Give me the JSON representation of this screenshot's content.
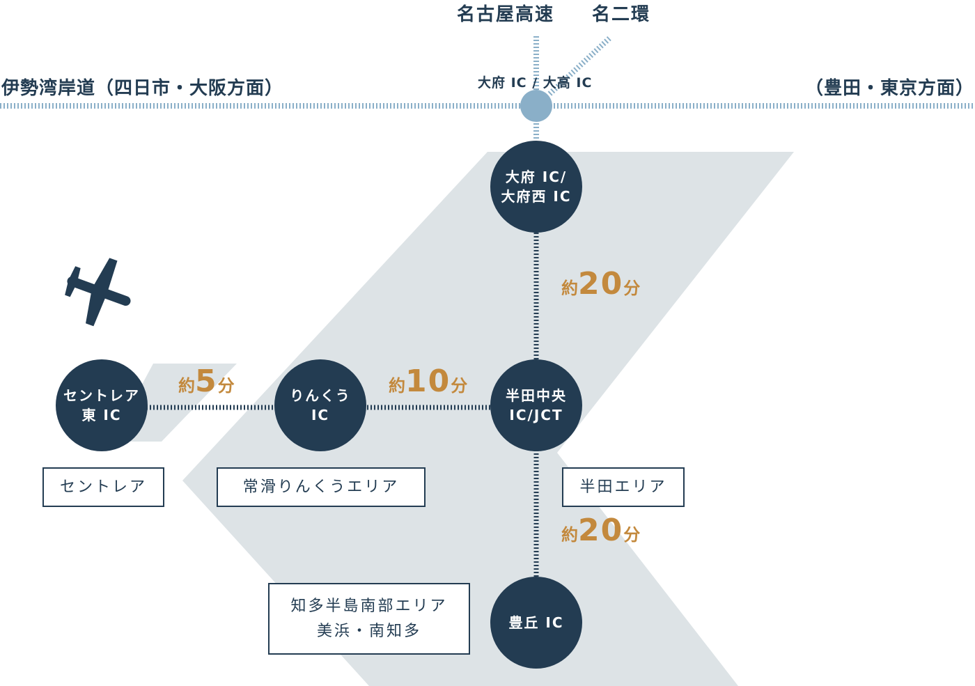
{
  "roads": {
    "west": "伊勢湾岸道（四日市・大阪方面）",
    "east": "（豊田・東京方面）",
    "north_1": "名古屋高速",
    "north_2": "名二環",
    "junction": "大府 IC / 大高 IC"
  },
  "nodes": {
    "obu": {
      "line1": "大府 IC/",
      "line2": "大府西 IC"
    },
    "handa_chuo": {
      "line1": "半田中央",
      "line2": "IC/JCT"
    },
    "rinku": {
      "line1": "りんくう",
      "line2": "IC"
    },
    "centrair_higashi": {
      "line1": "セントレア",
      "line2": "東 IC"
    },
    "toyooka": {
      "line1": "豊丘 IC"
    }
  },
  "areas": {
    "centrair": "セントレア",
    "tokoname": "常滑りんくうエリア",
    "handa": "半田エリア",
    "chita_line1": "知多半島南部エリア",
    "chita_line2": "美浜・南知多"
  },
  "times": {
    "obu_handa": {
      "pre": "約",
      "num": "20",
      "unit": "分"
    },
    "handa_rinku": {
      "pre": "約",
      "num": "10",
      "unit": "分"
    },
    "rinku_centrair": {
      "pre": "約",
      "num": "5",
      "unit": "分"
    },
    "handa_toyooka": {
      "pre": "約",
      "num": "20",
      "unit": "分"
    }
  },
  "icons": {
    "airplane": "airplane-icon"
  },
  "colors": {
    "navy": "#233c52",
    "light_blue": "#8aafc8",
    "gold": "#c3893d",
    "land": "#dde3e6"
  }
}
